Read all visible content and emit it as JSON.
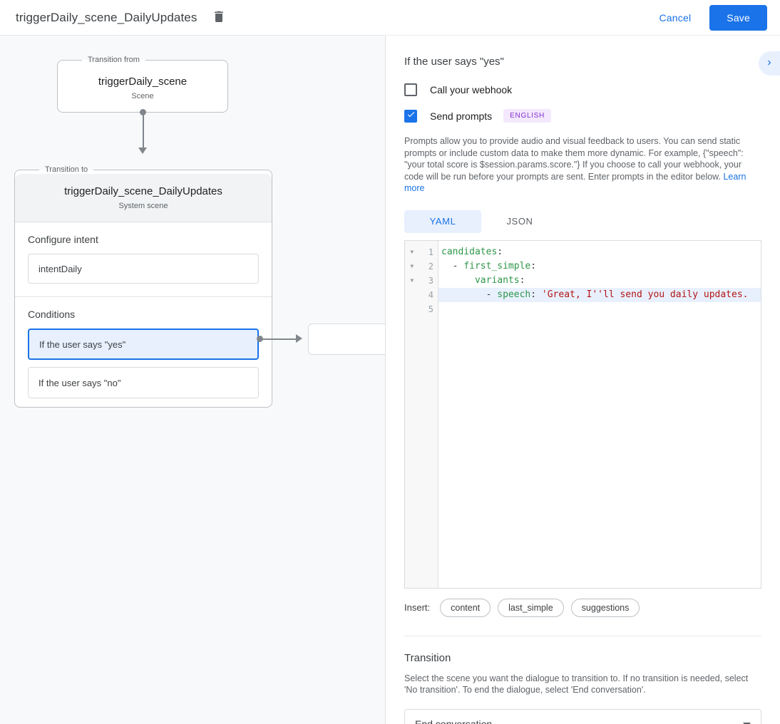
{
  "topbar": {
    "title": "triggerDaily_scene_DailyUpdates",
    "delete_icon": "trash-icon",
    "cancel_label": "Cancel",
    "save_label": "Save",
    "accent_color": "#1a73e8"
  },
  "canvas": {
    "from": {
      "legend": "Transition from",
      "title": "triggerDaily_scene",
      "subtitle": "Scene"
    },
    "to": {
      "legend": "Transition to",
      "title": "triggerDaily_scene_DailyUpdates",
      "subtitle": "System scene",
      "intent_section_label": "Configure intent",
      "intent_value": "intentDaily",
      "conditions_label": "Conditions",
      "conditions": [
        {
          "label": "If the user says \"yes\"",
          "selected": true
        },
        {
          "label": "If the user says \"no\"",
          "selected": false
        }
      ]
    }
  },
  "panel": {
    "title": "If the user says \"yes\"",
    "expand_icon": "chevron-right-icon",
    "webhook": {
      "label": "Call your webhook",
      "checked": false
    },
    "prompts": {
      "label": "Send prompts",
      "checked": true,
      "badge": "ENGLISH",
      "badge_color": "#8430ce",
      "help": "Prompts allow you to provide audio and visual feedback to users. You can send static prompts or include custom data to make them more dynamic. For example, {\"speech\": \"your total score is $session.params.score.\"} If you choose to call your webhook, your code will be run before your prompts are sent. Enter prompts in the editor below.",
      "help_link": "Learn more"
    },
    "tabs": [
      {
        "label": "YAML",
        "active": true
      },
      {
        "label": "JSON",
        "active": false
      }
    ],
    "editor": {
      "lines": [
        {
          "num": "1",
          "fold": true,
          "highlight": false,
          "text": "candidates:"
        },
        {
          "num": "2",
          "fold": true,
          "highlight": false,
          "text": "  - first_simple:"
        },
        {
          "num": "3",
          "fold": true,
          "highlight": false,
          "text": "      variants:"
        },
        {
          "num": "4",
          "fold": false,
          "highlight": true,
          "text": "        - speech: 'Great, I''ll send you daily updates."
        },
        {
          "num": "5",
          "fold": false,
          "highlight": false,
          "text": ""
        }
      ]
    },
    "insert": {
      "label": "Insert:",
      "chips": [
        "content",
        "last_simple",
        "suggestions"
      ]
    },
    "transition": {
      "title": "Transition",
      "help": "Select the scene you want the dialogue to transition to. If no transition is needed, select 'No transition'. To end the dialogue, select 'End conversation'.",
      "selected": "End conversation",
      "dropdown_icon": "chevron-down-icon"
    }
  }
}
